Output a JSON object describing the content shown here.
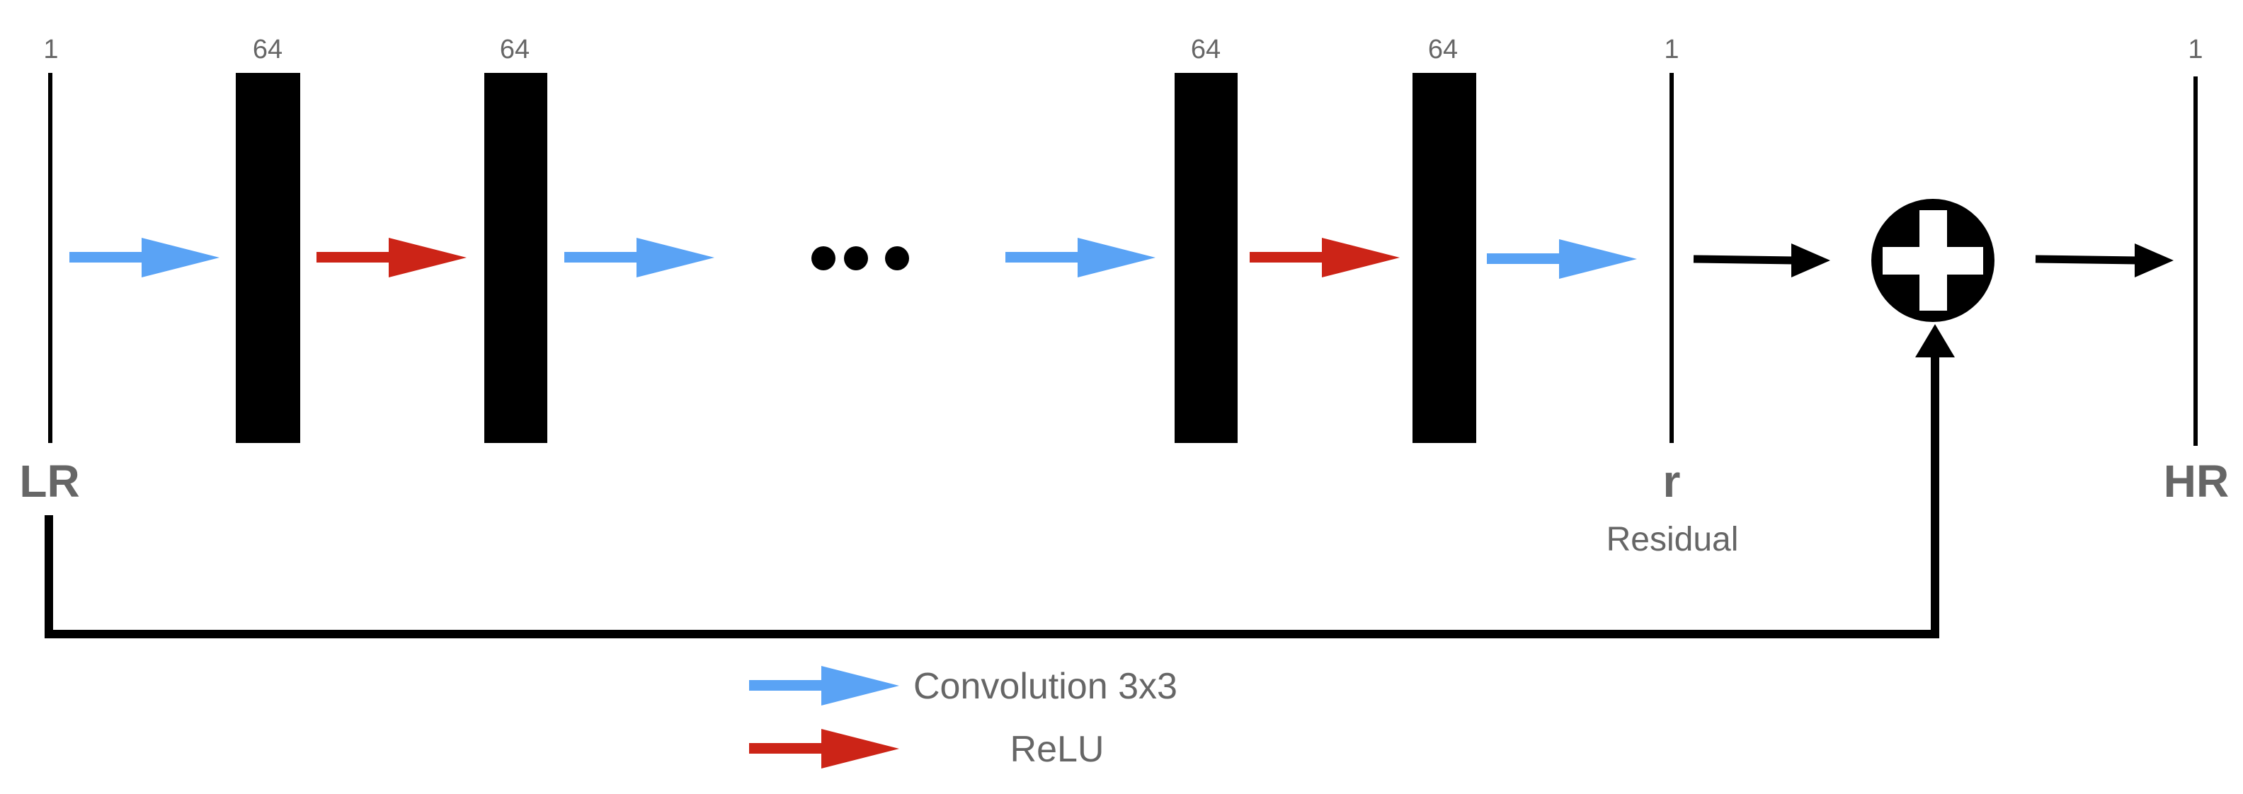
{
  "colors": {
    "convolution": "#5AA3F5",
    "relu": "#CC2417",
    "flow": "#000000",
    "text": "#666666"
  },
  "channels": {
    "input": "1",
    "layer1": "64",
    "layer2": "64",
    "layer3": "64",
    "layer4": "64",
    "residual": "1",
    "output": "1"
  },
  "labels": {
    "input": "LR",
    "residual": "r",
    "residual_caption": "Residual",
    "output": "HR"
  },
  "legend": {
    "convolution": "Convolution 3x3",
    "relu": "ReLU"
  },
  "icons": {
    "continuation": "ellipsis-icon",
    "sum": "plus-circle-icon"
  }
}
